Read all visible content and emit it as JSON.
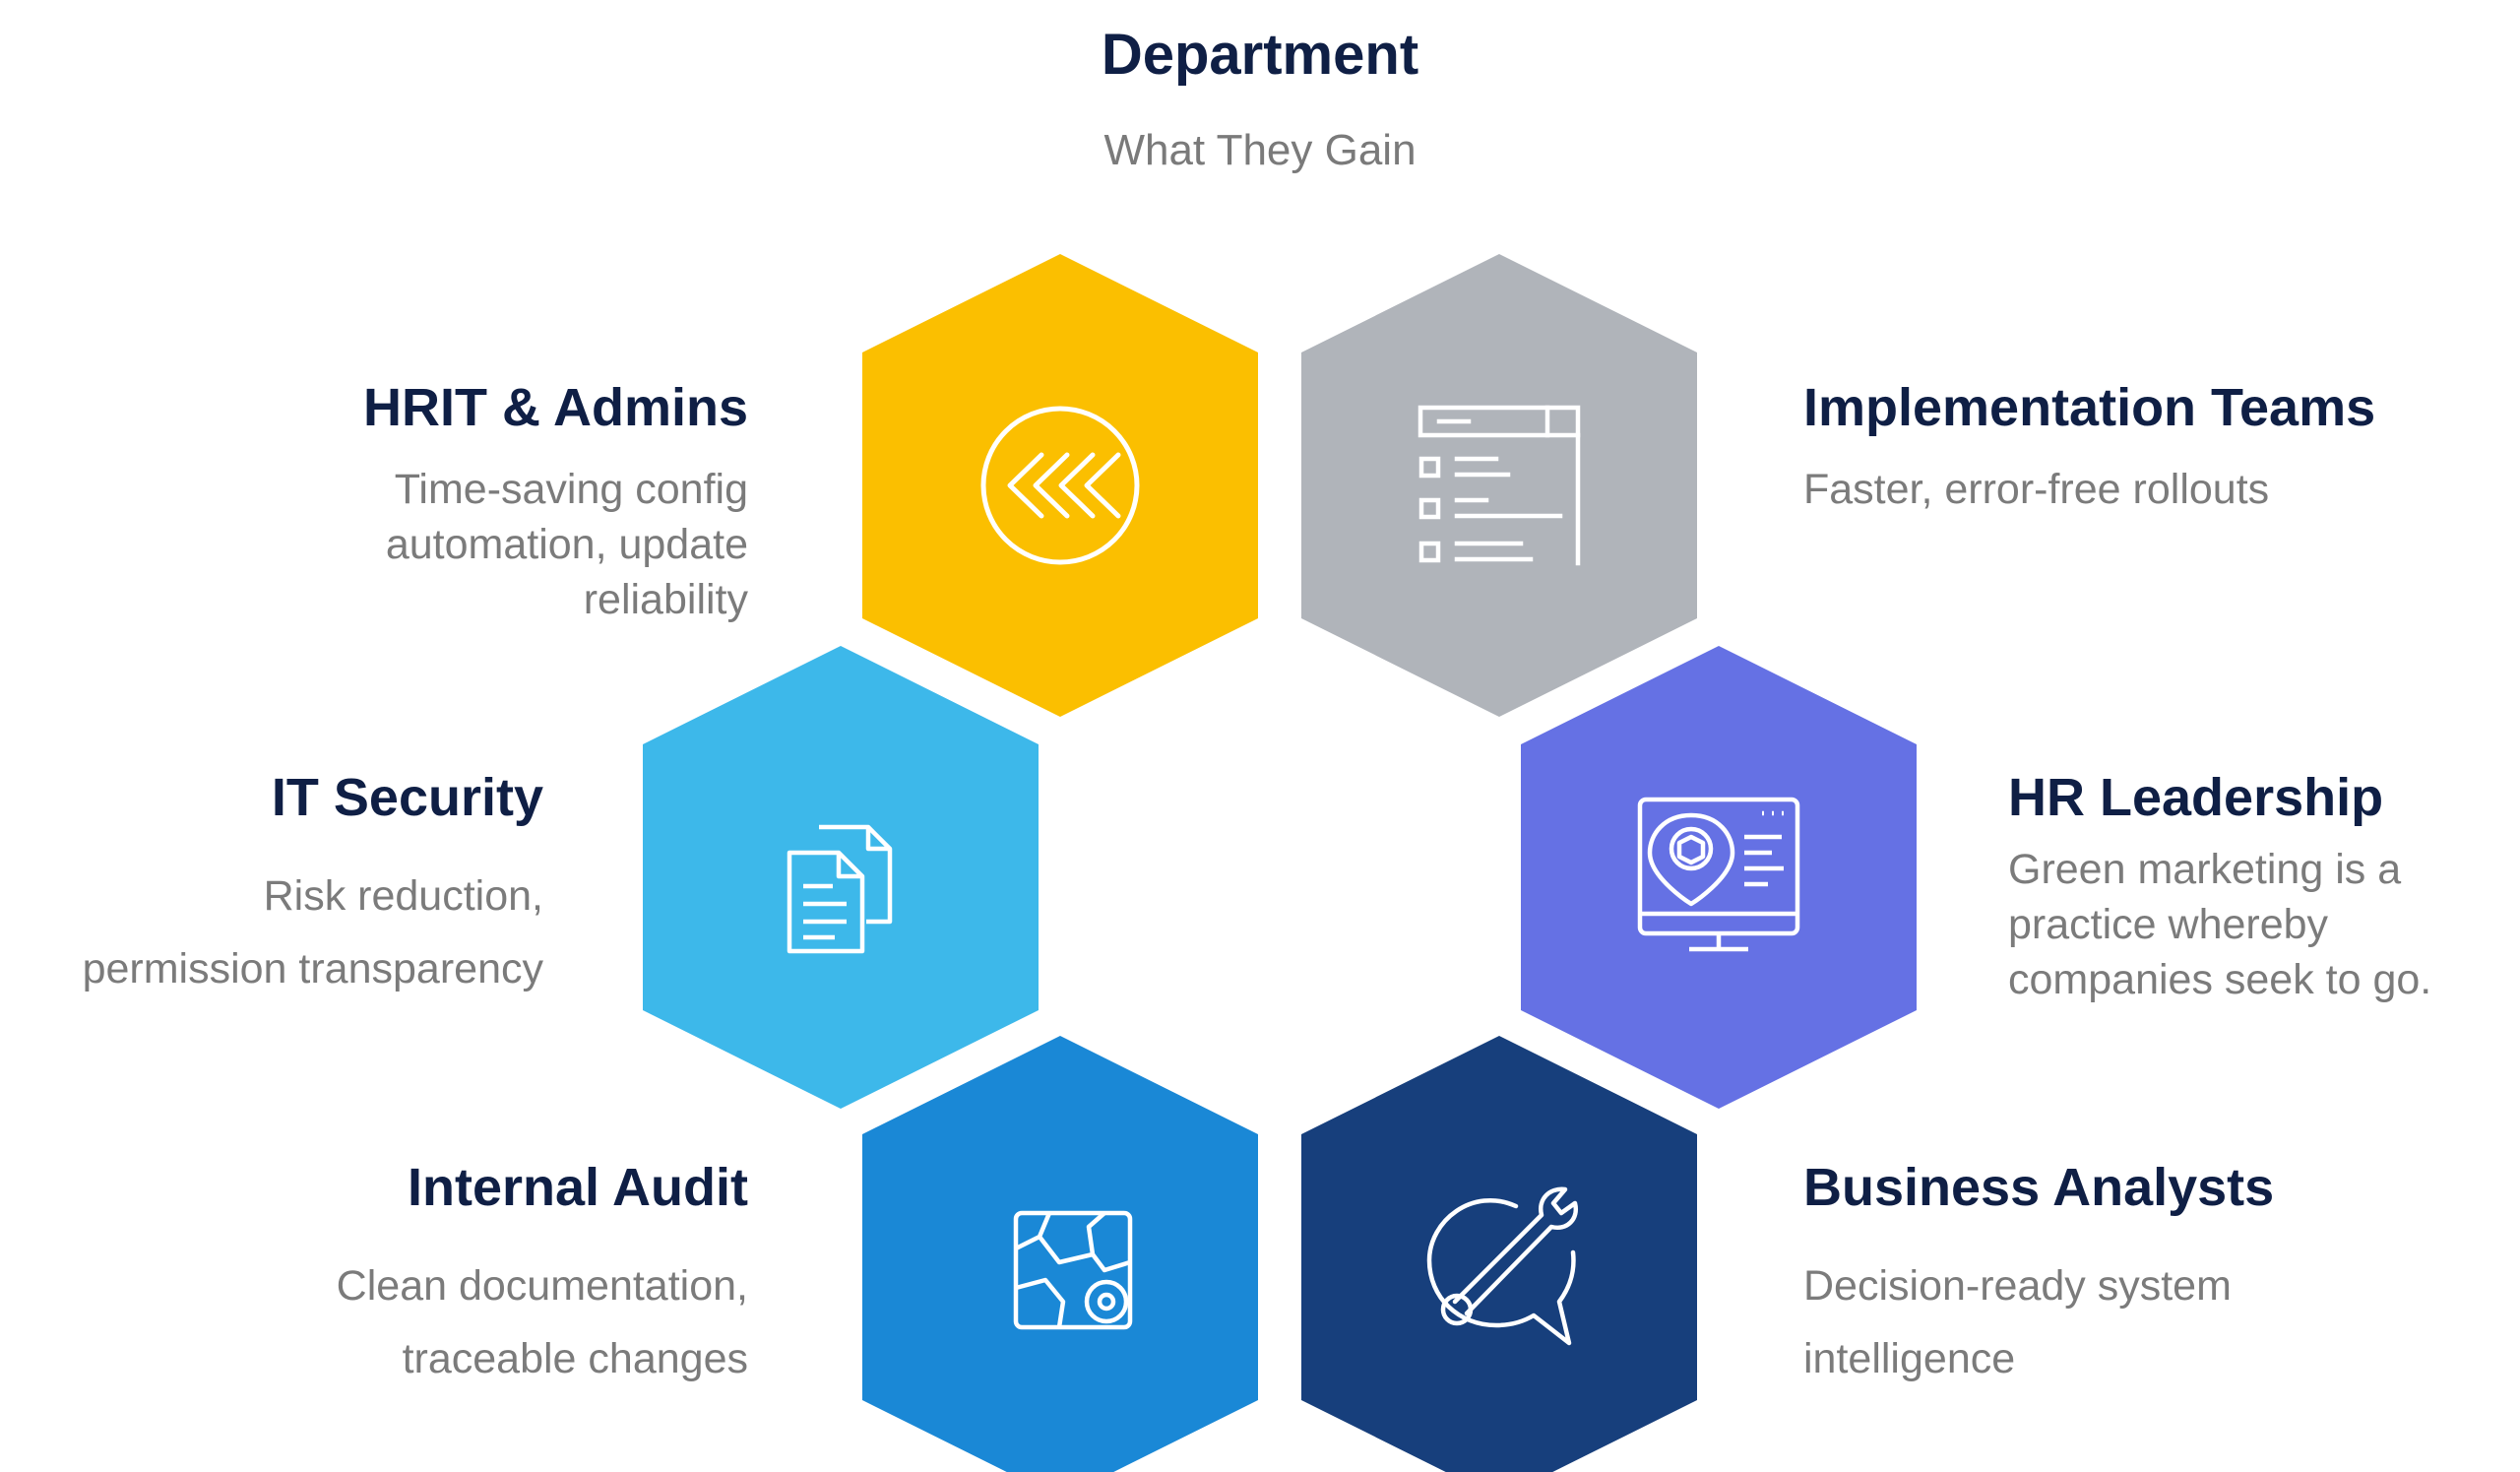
{
  "header": {
    "title": "Department",
    "subtitle": "What They Gain"
  },
  "segments": [
    {
      "id": "hrit",
      "title": "HRIT & Admins",
      "description": "Time-saving config\nautomation, update\nreliability",
      "color": "#fbbf00",
      "icon": "chevrons-left-circle-icon"
    },
    {
      "id": "implementation",
      "title": "Implementation Teams",
      "description": "Faster, error-free rollouts",
      "color": "#b0b4ba",
      "icon": "checklist-window-icon"
    },
    {
      "id": "itsecurity",
      "title": "IT Security",
      "description": "Risk reduction,\npermission transparency",
      "color": "#3db8ea",
      "icon": "documents-icon"
    },
    {
      "id": "hrleadership",
      "title": "HR Leadership",
      "description": "Green marketing is a\npractice whereby\ncompanies seek to go.",
      "color": "#6571e4",
      "icon": "monitor-location-icon"
    },
    {
      "id": "audit",
      "title": "Internal Audit",
      "description": "Clean documentation,\ntraceable changes",
      "color": "#1a88d6",
      "icon": "map-gear-icon"
    },
    {
      "id": "analysts",
      "title": "Business Analysts",
      "description": "Decision-ready system\nintelligence",
      "color": "#173f7c",
      "icon": "wrench-chat-icon"
    }
  ]
}
